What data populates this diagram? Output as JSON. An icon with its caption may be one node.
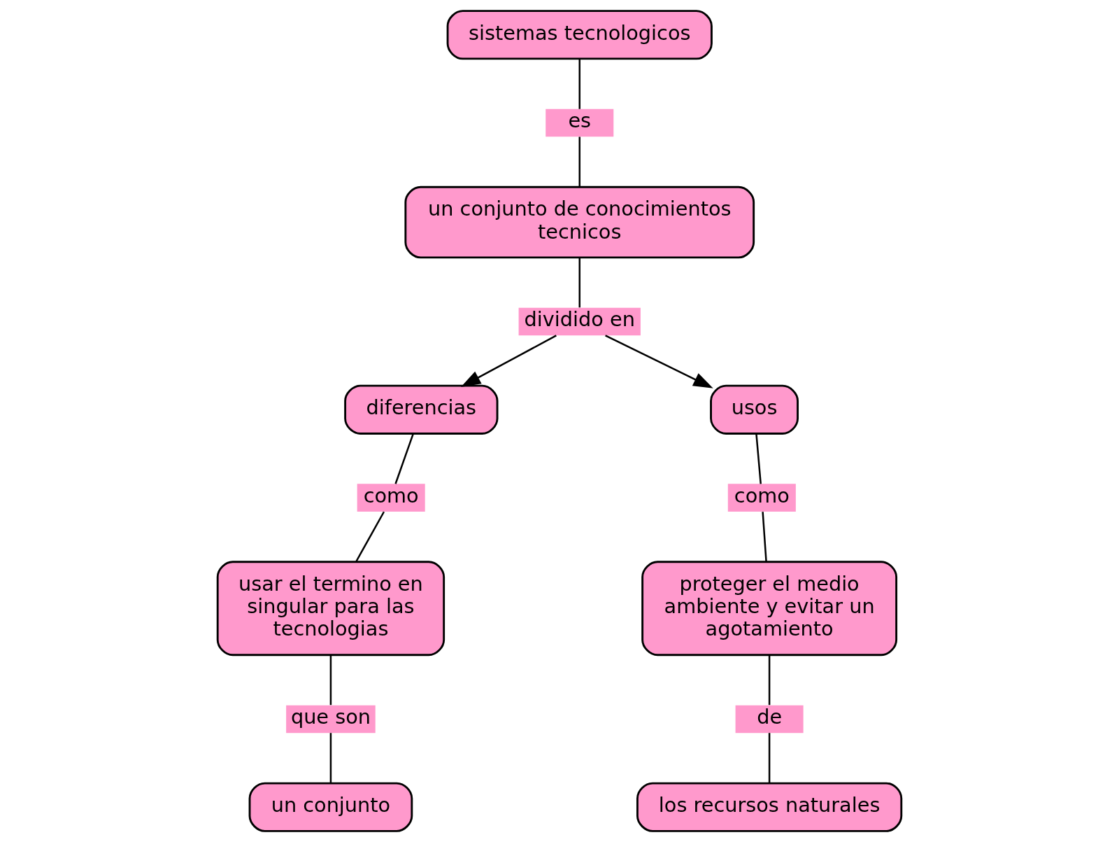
{
  "diagram": {
    "nodes": [
      {
        "text": [
          "sistemas tecnologicos"
        ]
      },
      {
        "text": [
          "es"
        ]
      },
      {
        "text": [
          "un conjunto de conocimientos tecnicos"
        ]
      },
      {
        "text": [
          "dividido en"
        ]
      },
      {
        "text": [
          "diferencias"
        ]
      },
      {
        "text": [
          "usos"
        ]
      },
      {
        "text": [
          "como"
        ]
      },
      {
        "text": [
          "como"
        ]
      },
      {
        "text": [
          "usar el termino en singular para las tecnologias"
        ]
      },
      {
        "text": [
          "proteger el medio ambiente y evitar un agotamiento"
        ]
      },
      {
        "text": [
          "que son"
        ]
      },
      {
        "text": [
          "de"
        ]
      },
      {
        "text": [
          "un conjunto"
        ]
      },
      {
        "text": [
          "los recursos naturales"
        ]
      }
    ],
    "edges": [
      {
        "from": 0,
        "to": 1,
        "arrow": "none"
      },
      {
        "from": 1,
        "to": 2,
        "arrow": "none"
      },
      {
        "from": 2,
        "to": 3,
        "arrow": "none"
      },
      {
        "from": 3,
        "to": 4,
        "arrow": "to"
      },
      {
        "from": 3,
        "to": 5,
        "arrow": "to"
      },
      {
        "from": 4,
        "to": 6,
        "arrow": "none"
      },
      {
        "from": 6,
        "to": 8,
        "arrow": "none"
      },
      {
        "from": 5,
        "to": 7,
        "arrow": "none"
      },
      {
        "from": 7,
        "to": 9,
        "arrow": "none"
      },
      {
        "from": 8,
        "to": 10,
        "arrow": "none"
      },
      {
        "from": 10,
        "to": 12,
        "arrow": "none"
      },
      {
        "from": 9,
        "to": 11,
        "arrow": "none"
      },
      {
        "from": 11,
        "to": 13,
        "arrow": "none"
      }
    ]
  }
}
